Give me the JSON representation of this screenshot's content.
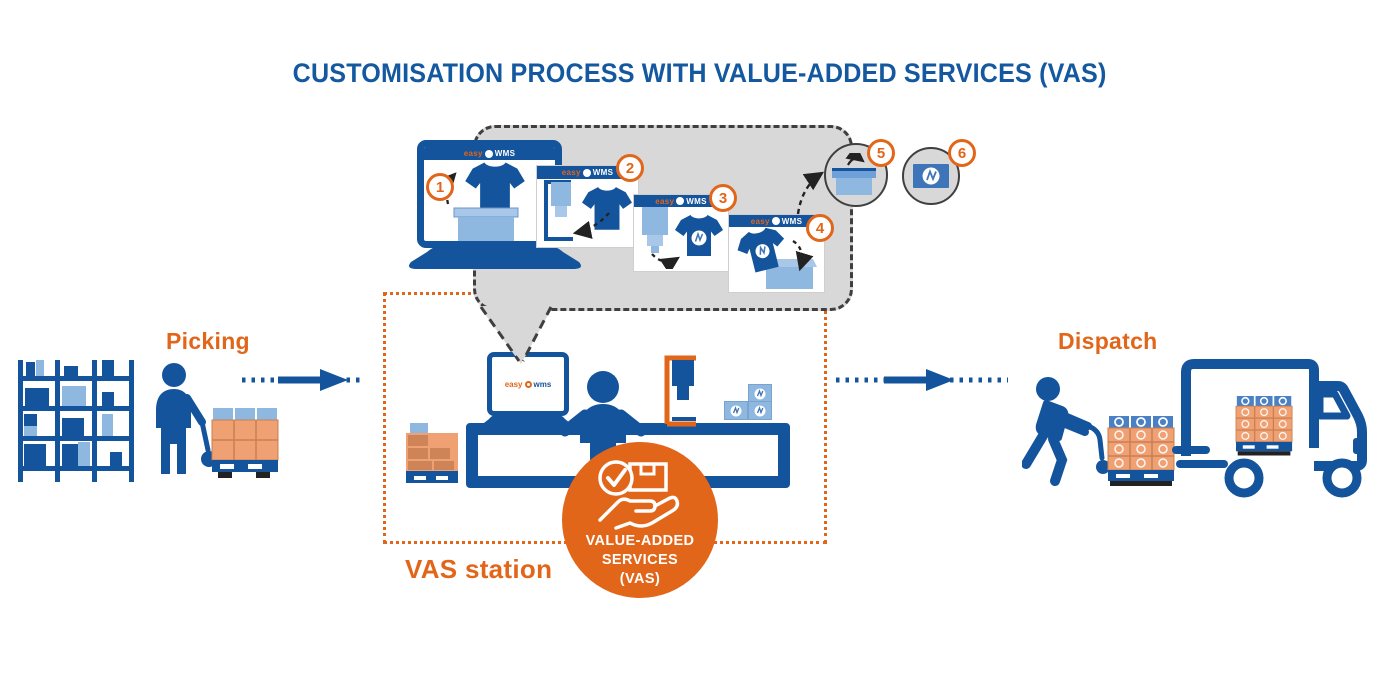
{
  "title": "CUSTOMISATION PROCESS WITH VALUE-ADDED SERVICES (VAS)",
  "sections": {
    "picking_label": "Picking",
    "vas_label": "VAS station",
    "dispatch_label": "Dispatch"
  },
  "vas_badge": {
    "line1": "VALUE-ADDED",
    "line2": "SERVICES",
    "line3": "(VAS)"
  },
  "brand": {
    "easy": "easy",
    "wms": "WMS",
    "wms_small": "wms"
  },
  "steps": [
    "1",
    "2",
    "3",
    "4",
    "5",
    "6"
  ],
  "colors": {
    "primary_blue": "#14549C",
    "mid_blue": "#3E74B8",
    "light_blue": "#8FB8E0",
    "lighter_blue": "#A9C7E8",
    "accent_orange": "#E2661A",
    "box_orange": "#F0A173",
    "box_orange_dark": "#CE8457",
    "bubble_gray": "#D8D8D8",
    "dash_gray": "#3F3F3F",
    "title_blue": "#1458A0"
  }
}
